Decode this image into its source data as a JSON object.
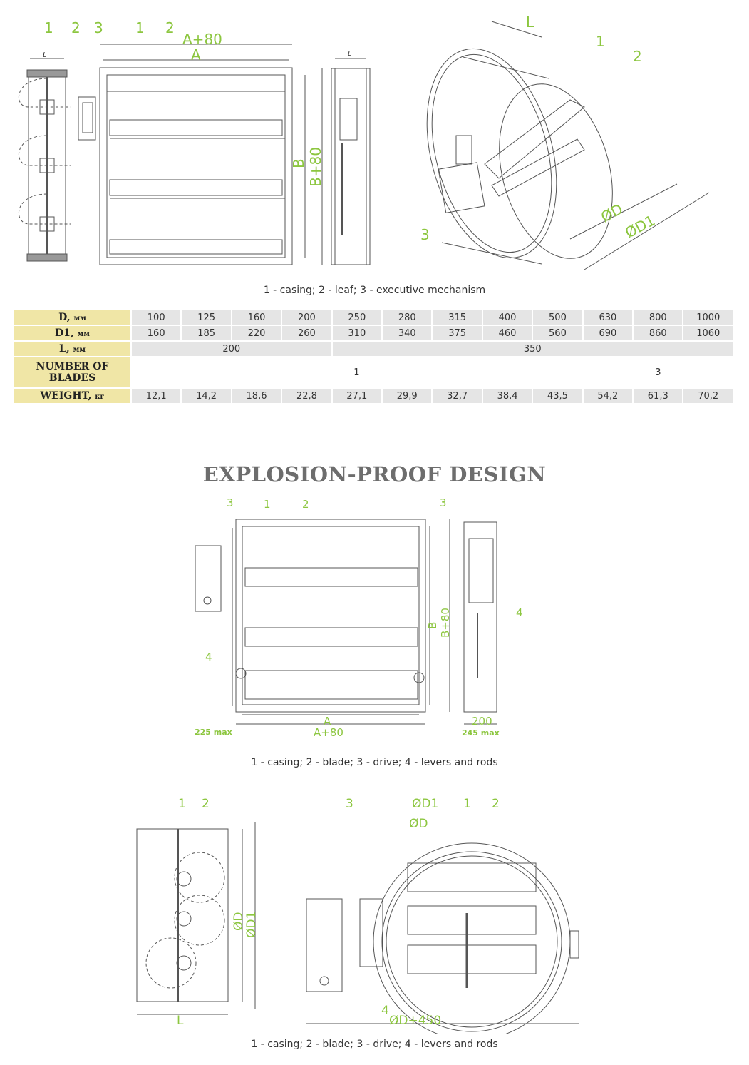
{
  "top_drawings": {
    "callouts": {
      "c1": "1",
      "c2": "2",
      "c3": "3",
      "c4": "1",
      "c5": "2",
      "c6": "1",
      "c7": "2",
      "c8": "3"
    },
    "dims": {
      "l_small": "L",
      "l_small2": "L",
      "a80": "A+80",
      "a": "A",
      "b": "B",
      "b80": "B+80",
      "L": "L",
      "od": "ØD",
      "od1": "ØD1"
    },
    "caption": "1 - casing; 2 - leaf; 3 - executive mechanism"
  },
  "table": {
    "row_d": {
      "label": "D,",
      "unit": "мм",
      "values": [
        "100",
        "125",
        "160",
        "200",
        "250",
        "280",
        "315",
        "400",
        "500",
        "630",
        "800",
        "1000"
      ]
    },
    "row_d1": {
      "label": "D1,",
      "unit": "мм",
      "values": [
        "160",
        "185",
        "220",
        "260",
        "310",
        "340",
        "375",
        "460",
        "560",
        "690",
        "860",
        "1060"
      ]
    },
    "row_l": {
      "label": "L,",
      "unit": "мм",
      "values": [
        "200",
        "350"
      ]
    },
    "row_blades": {
      "label_line1": "NUMBER OF",
      "label_line2": "BLADES",
      "values": [
        "1",
        "3"
      ]
    },
    "row_weight": {
      "label": "WEIGHT,",
      "unit": "кг",
      "values": [
        "12,1",
        "14,2",
        "18,6",
        "22,8",
        "27,1",
        "29,9",
        "32,7",
        "38,4",
        "43,5",
        "54,2",
        "61,3",
        "70,2"
      ]
    }
  },
  "explosion": {
    "title": "EXPLOSION-PROOF DESIGN",
    "callouts": {
      "c3": "3",
      "c1": "1",
      "c2": "2",
      "c3b": "3",
      "c4": "4",
      "c4b": "4"
    },
    "dims": {
      "a": "A",
      "a80": "A+80",
      "b": "B",
      "b80": "B+80",
      "max225": "225 max",
      "d200": "200",
      "max245": "245 max"
    },
    "caption": "1 - casing; 2 - blade; 3 - drive; 4 - levers and rods"
  },
  "bottom": {
    "callouts": {
      "c1": "1",
      "c2": "2",
      "c3": "3",
      "c1b": "1",
      "c2b": "2",
      "c4": "4"
    },
    "dims": {
      "od": "ØD",
      "od1": "ØD1",
      "l": "L",
      "od1b": "ØD1",
      "odb": "ØD",
      "od450": "ØD+450"
    },
    "caption": "1 - casing; 2 - blade; 3 - drive; 4 - levers and rods"
  }
}
